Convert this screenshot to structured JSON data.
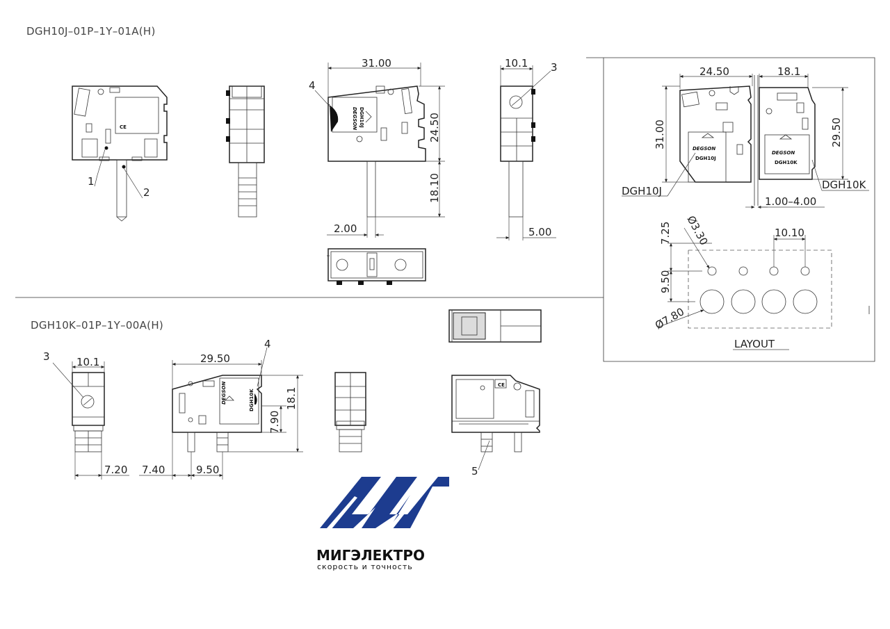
{
  "titles": {
    "top": "DGH10J–01P–1Y–01A(H)",
    "bottom": "DGH10K–01P–1Y–00A(H)"
  },
  "dims": {
    "d31": "31.00",
    "d24_50": "24.50",
    "d18_10": "18.10",
    "d2_00": "2.00",
    "d10_1a": "10.1",
    "d5_00": "5.00",
    "d10_1b": "10.1",
    "d7_20": "7.20",
    "d29_50": "29.50",
    "d7_90": "7.90",
    "d18_1": "18.1",
    "d7_40": "7.40",
    "d9_50": "9.50",
    "p_24_50": "24.50",
    "p_18_1": "18.1",
    "p_31_00": "31.00",
    "p_29_50": "29.50",
    "p_gap": "1.00–4.00",
    "lay_7_25": "7.25",
    "lay_d3_30": "Ø3.30",
    "lay_10_10": "10.10",
    "lay_9_50": "9.50",
    "lay_d7_80": "Ø7.80"
  },
  "callouts": {
    "c1": "1",
    "c2": "2",
    "c3a": "3",
    "c4a": "4",
    "c3b": "3",
    "c4b": "4",
    "c5": "5"
  },
  "part_labels": {
    "dgh10j": "DGH10J",
    "dgh10k": "DGH10K"
  },
  "body_marks": {
    "brand": "DEGSON",
    "model_j": "DGH10J",
    "model_k": "DGH10K",
    "ce": "CE"
  },
  "layout_label": "LAYOUT",
  "logo": {
    "name": "МИГЭЛЕКТРО",
    "tagline": "скорость и точность",
    "color": "#1d3c8f"
  }
}
